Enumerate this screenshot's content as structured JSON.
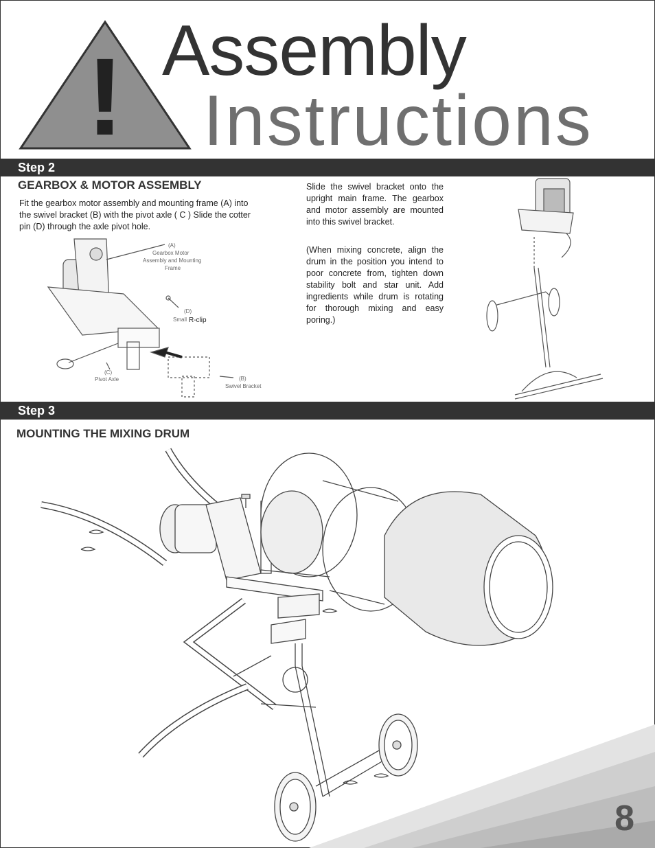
{
  "header": {
    "title_line1": "Assembly",
    "title_line2": "Instructions",
    "warning_symbol": "!"
  },
  "step2": {
    "bar_label": "Step 2",
    "heading": "GEARBOX & MOTOR ASSEMBLY",
    "intro": "Fit the gearbox motor assembly and  mounting frame (A) into the swivel bracket (B) with the pivot axle ( C ) Slide the cotter pin (D) through the axle pivot hole.",
    "instruction": "Slide the swivel bracket onto the upright main frame. The gearbox and motor assembly are mounted into this swivel bracket.",
    "note": "(When mixing concrete, align the drum in the position you intend to poor concrete from, tighten down stability bolt and star unit. Add ingredients while drum is rotating for thorough mixing and easy poring.)",
    "figure_labels": {
      "a_line1": "(A)",
      "a_line2": "Gearbox Motor",
      "a_line3": "Assembly and Mounting",
      "a_line4": "Frame",
      "d_line1": "(D)",
      "d_line2": "Small",
      "d_rclip": "R-clip",
      "c_line1": "(C)",
      "c_line2": "Pivot Axle",
      "b_line1": "(B)",
      "b_line2": "Swivel Bracket"
    }
  },
  "step3": {
    "bar_label": "Step 3",
    "heading": "MOUNTING THE MIXING DRUM"
  },
  "page_number": "8"
}
